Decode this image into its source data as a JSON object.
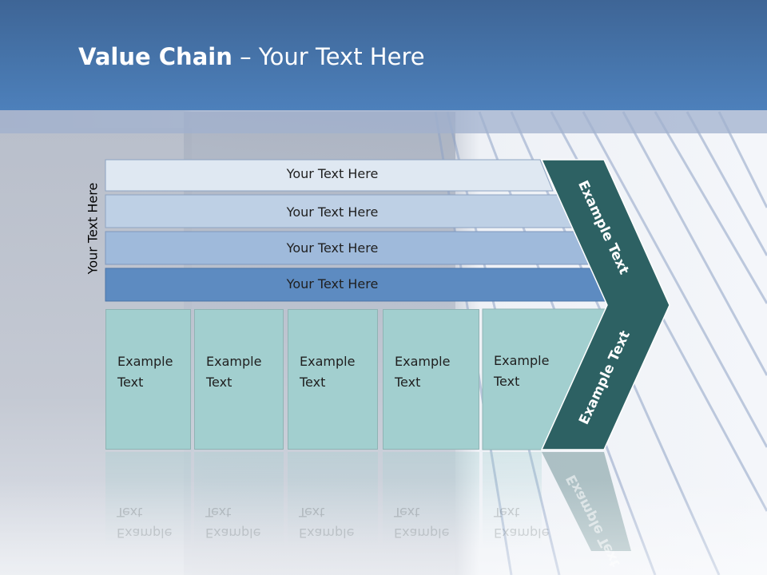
{
  "title": {
    "bold": "Value Chain",
    "rest": " – Your Text Here"
  },
  "side_label": "Your Text Here",
  "bands": [
    {
      "label": "Your Text Here",
      "color": "#dfe8f2"
    },
    {
      "label": "Your Text Here",
      "color": "#bed0e5"
    },
    {
      "label": "Your Text Here",
      "color": "#9fbadb"
    },
    {
      "label": "Your Text Here",
      "color": "#5d8bc1"
    }
  ],
  "boxes": [
    {
      "label": "Example\nText"
    },
    {
      "label": "Example\nText"
    },
    {
      "label": "Example\nText"
    },
    {
      "label": "Example\nText"
    },
    {
      "label": "Example\nText"
    }
  ],
  "chevron": {
    "upper": "Example Text",
    "lower": "Example Text",
    "color": "#2d6163"
  },
  "colors": {
    "header": "#4674aa",
    "box": "#a2cfcf"
  }
}
